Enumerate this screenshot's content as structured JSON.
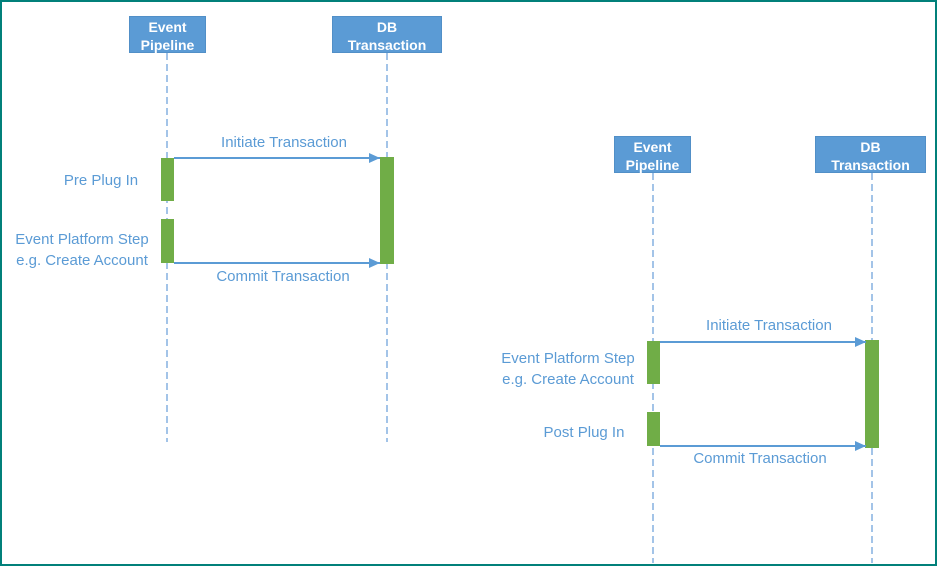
{
  "diagram_type": "uml-sequence-diagram-pair",
  "colors": {
    "canvas_border": "#01807A",
    "actor_fill": "#5B9BD5",
    "actor_text": "#FFFFFF",
    "lifeline": "#A3C4E8",
    "activation_fill": "#70AD47",
    "message_line": "#5B9BD5",
    "label_text": "#5B9BD5"
  },
  "diagrams": [
    {
      "name": "pre-plugin-flow",
      "actors": [
        {
          "line1": "Event",
          "line2": "Pipeline"
        },
        {
          "line1": "DB",
          "line2": "Transaction"
        }
      ],
      "messages": [
        {
          "label": "Initiate Transaction"
        },
        {
          "label": "Commit Transaction"
        }
      ],
      "steps": [
        {
          "line1": "Pre Plug In",
          "line2": ""
        },
        {
          "line1": "Event Platform Step",
          "line2": "e.g. Create Account"
        }
      ]
    },
    {
      "name": "post-plugin-flow",
      "actors": [
        {
          "line1": "Event",
          "line2": "Pipeline"
        },
        {
          "line1": "DB",
          "line2": "Transaction"
        }
      ],
      "messages": [
        {
          "label": "Initiate Transaction"
        },
        {
          "label": "Commit Transaction"
        }
      ],
      "steps": [
        {
          "line1": "Event Platform Step",
          "line2": "e.g. Create Account"
        },
        {
          "line1": "Post Plug In",
          "line2": ""
        }
      ]
    }
  ]
}
